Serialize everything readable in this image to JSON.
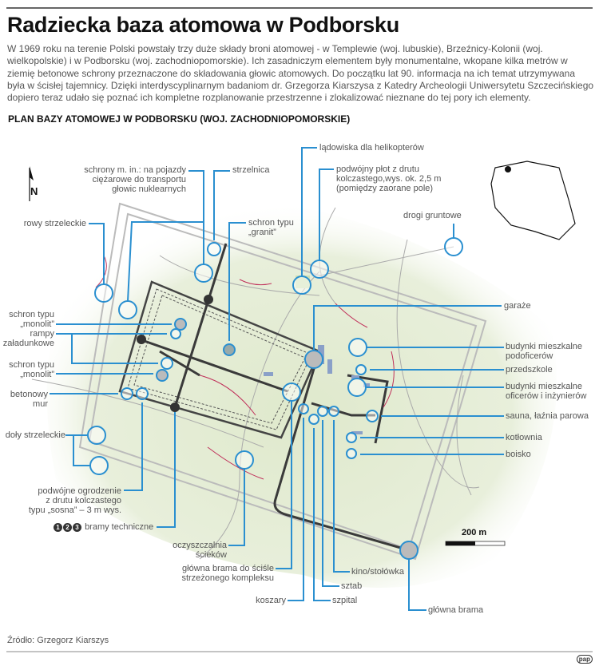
{
  "title": "Radziecka baza atomowa w Podborsku",
  "intro": "W 1969 roku na terenie Polski powstały trzy duże składy broni atomowej - w Templewie (woj. lubuskie), Brzeźnicy-Kolonii (woj. wielkopolskie) i w Podborsku (woj. zachodniopomorskie). Ich zasadniczym elementem były monumentalne, wkopane kilka metrów w ziemię betonowe schrony przeznaczone do składowania głowic atomowych. Do początku lat 90. informacja na ich temat utrzymywana była w ścisłej tajemnicy. Dzięki interdyscyplinarnym badaniom dr. Grzegorza Kiarszysa z Katedry Archeologii Uniwersytetu Szczecińskiego dopiero teraz udało się poznać ich kompletne rozplanowanie przestrzenne i zlokalizować nieznane do tej pory ich elementy.",
  "subtitle": "PLAN BAZY ATOMOWEJ W PODBORSKU (WOJ. ZACHODNIOPOMORSKIE)",
  "north": "N",
  "labels": {
    "schrony_pojazdy": [
      "schrony m. in.: na pojazdy",
      "ciężarowe do transportu",
      "głowic nuklearnych"
    ],
    "strzelnica": "strzelnica",
    "ladowiska": "lądowiska dla helikopterów",
    "plot": [
      "podwójny płot z drutu",
      "kolczastego,wys. ok. 2,5 m",
      "(pomiędzy zaorane pole)"
    ],
    "rowy": "rowy strzeleckie",
    "granit": [
      "schron typu",
      "„granit”"
    ],
    "drogi": "drogi gruntowe",
    "monolit1": [
      "schron typu",
      "„monolit”"
    ],
    "rampy": [
      "rampy",
      "załadunkowe"
    ],
    "monolit2": [
      "schron typu",
      "„monolit”"
    ],
    "mur": [
      "betonowy",
      "mur"
    ],
    "doly": "doły strzeleckie",
    "ogrodzenie": [
      "podwójne ogrodzenie",
      "z drutu kolczastego",
      "typu „sosna” – 3 m wys."
    ],
    "gates": [
      "1",
      "2",
      "3"
    ],
    "bramy": "bramy techniczne",
    "oczyszczalnia": [
      "oczyszczalnia",
      "ścieków"
    ],
    "brama_kompleks": [
      "główna brama do ściśle",
      "strzeżonego kompleksu"
    ],
    "koszary": "koszary",
    "szpital": "szpital",
    "sztab": "sztab",
    "kino": "kino/stołówka",
    "glowna_brama": "główna brama",
    "garaze": "garaże",
    "podoficerow": [
      "budynki mieszkalne",
      "podoficerów"
    ],
    "przedszkole": "przedszkole",
    "oficerow": [
      "budynki mieszkalne",
      "oficerów i inżynierów"
    ],
    "sauna": "sauna, łaźnia parowa",
    "kotlownia": "kotłownia",
    "boisko": "boisko"
  },
  "scale": "200 m",
  "source": "Źródło: Grzegorz Kiarszys",
  "logo": "pap",
  "colors": {
    "callout": "#2a8fd0",
    "green": "#e3ecd2",
    "road": "#3a3a3a",
    "trench": "#c0305a"
  }
}
